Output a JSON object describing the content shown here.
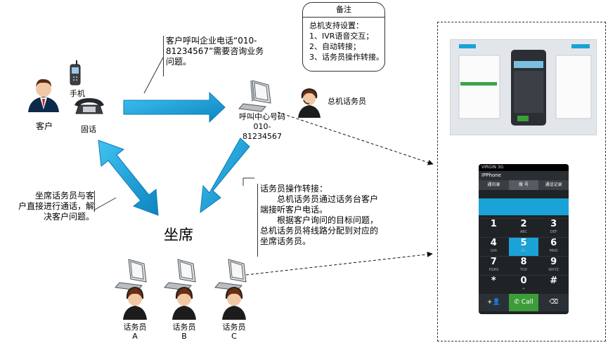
{
  "note": {
    "title": "备注",
    "lines": "总机支持设置：\n1、IVR语音交互；\n2、自动转接；\n3、话务员操作转接。"
  },
  "labels": {
    "mobile": "手机",
    "customer": "客户",
    "landline": "固话",
    "customer_call": "客户呼叫企业电话“010-\n81234567”需要咨询业务\n问题。",
    "callcenter": "呼叫中心号码\n010-\n81234567",
    "operator": "总机话务员",
    "seat": "坐席",
    "seat_note": "坐席话务员与客\n户直接进行通话，解\n决客户问题。",
    "transfer_title": "话务员操作转接：",
    "transfer_body": "　　总机话务员通过话务台客户\n端接听客户电话。\n　　根据客户询问的目标问题，\n总机话务员将线路分配到对应的\n坐席话务员。",
    "agent_a": "话务员\nA",
    "agent_b": "话务员\nB",
    "agent_c": "话务员\nC"
  },
  "phone": {
    "status": "VIRGIN 3G",
    "title": "IPPhone",
    "tabs": [
      "通讯录",
      "拨 号",
      "通话记录"
    ],
    "keys": [
      {
        "d": "1",
        "s": ""
      },
      {
        "d": "2",
        "s": "ABC"
      },
      {
        "d": "3",
        "s": "DEF"
      },
      {
        "d": "4",
        "s": "GHI"
      },
      {
        "d": "5",
        "s": "JKL"
      },
      {
        "d": "6",
        "s": "MNO"
      },
      {
        "d": "7",
        "s": "PQRS"
      },
      {
        "d": "8",
        "s": "TUV"
      },
      {
        "d": "9",
        "s": "WXYZ"
      },
      {
        "d": "*",
        "s": ""
      },
      {
        "d": "0",
        "s": "+"
      },
      {
        "d": "#",
        "s": ""
      }
    ],
    "call_label": "Call"
  },
  "colors": {
    "arrow": "#1aa6e0",
    "arrow_dark": "#0e7fb3",
    "headset": "#8a3b1f",
    "suit": "#0d2a4a"
  }
}
